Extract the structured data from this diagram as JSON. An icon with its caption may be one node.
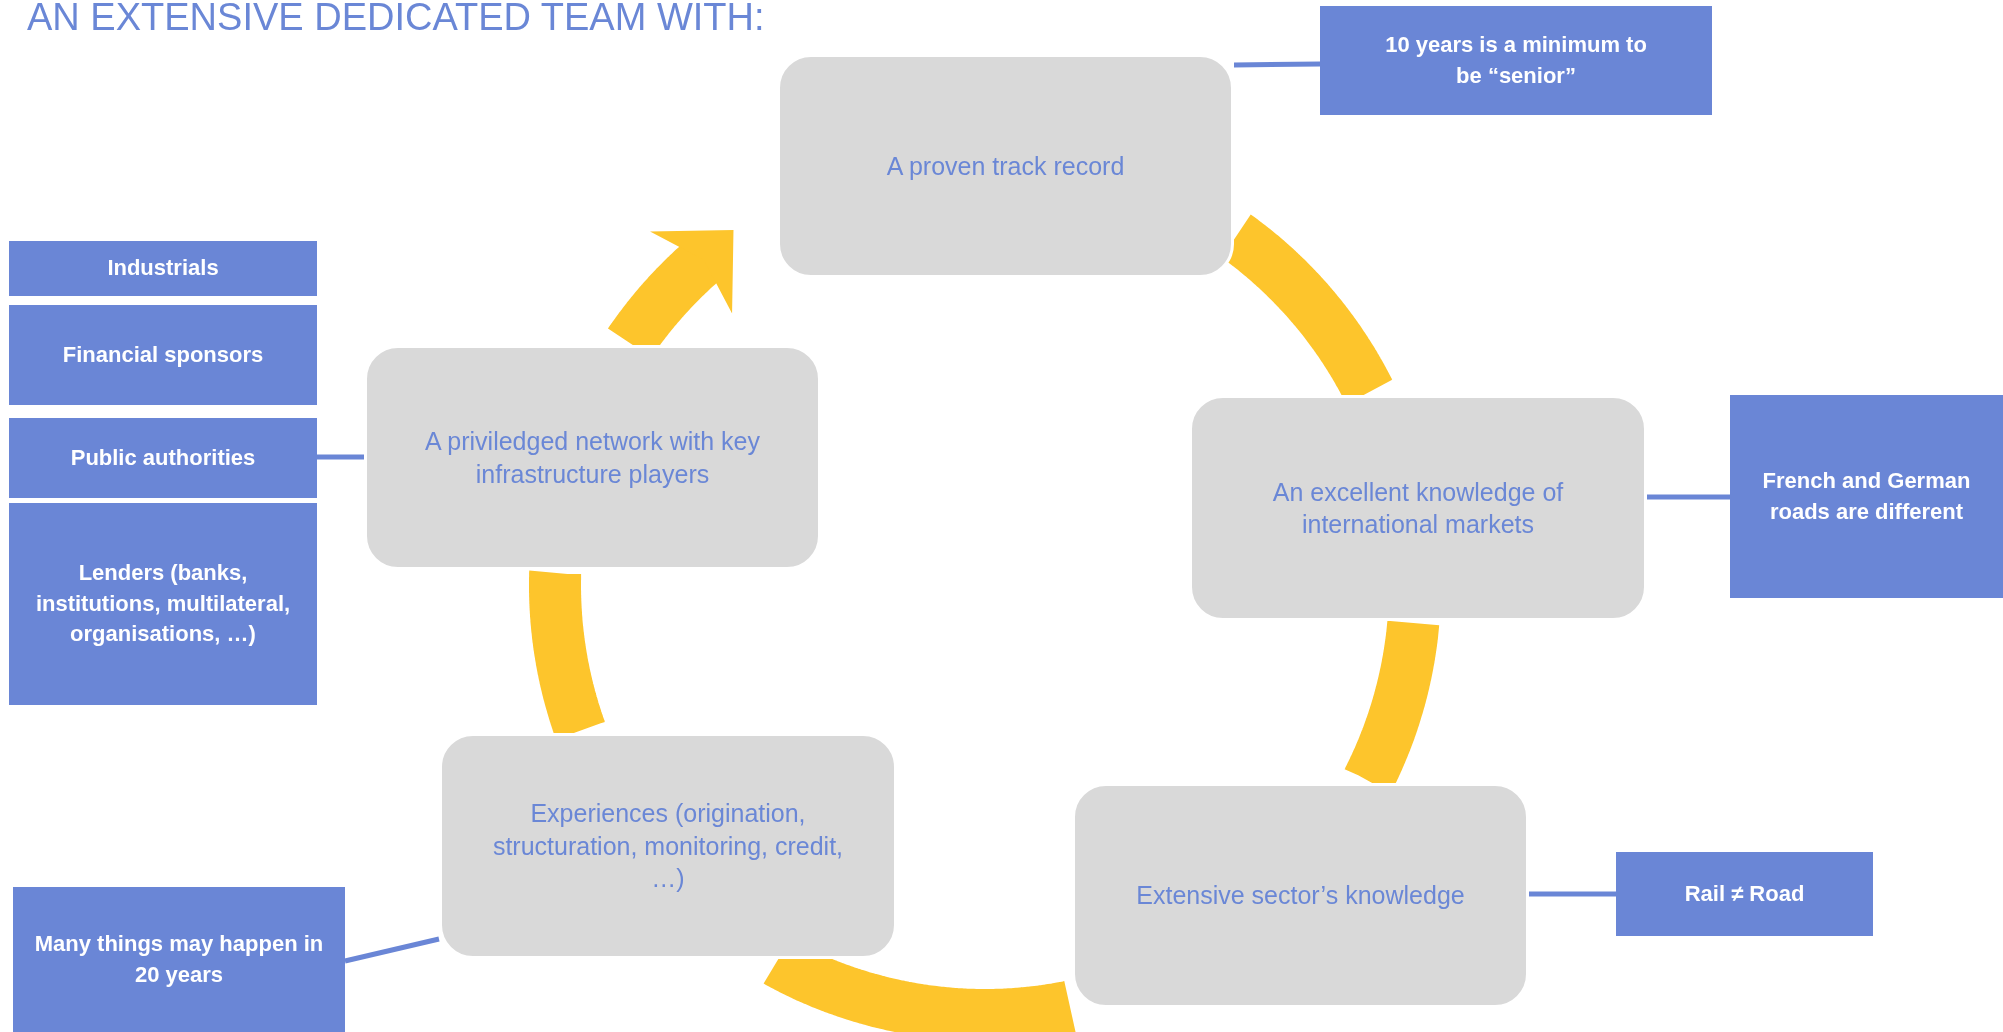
{
  "diagram": {
    "title": "AN EXTENSIVE DEDICATED TEAM WITH:",
    "nodes": [
      {
        "text": [
          "A proven track record"
        ]
      },
      {
        "text": [
          "10 years is a minimum to be  “senior”"
        ]
      },
      {
        "text": [
          "Industrials"
        ]
      },
      {
        "text": [
          "Financial sponsors"
        ]
      },
      {
        "text": [
          "Public authorities"
        ]
      },
      {
        "text": [
          "A priviledged network with key infrastructure players"
        ]
      },
      {
        "text": [
          "An excellent knowledge of international markets"
        ]
      },
      {
        "text": [
          "French and German roads are different"
        ]
      },
      {
        "text": [
          "Lenders (banks, institutions, multilateral, organisations, …)"
        ]
      },
      {
        "text": [
          "Experiences (origination, structuration, monitoring, credit, …)"
        ]
      },
      {
        "text": [
          "Extensive sector’s knowledge"
        ]
      },
      {
        "text": [
          "Rail ≠ Road"
        ]
      },
      {
        "text": [
          "Many things may happen in 20 years"
        ]
      }
    ],
    "edges": [
      {
        "from": 0,
        "to": 6,
        "arrow": "none",
        "style": "thick"
      },
      {
        "from": 6,
        "to": 10,
        "arrow": "none",
        "style": "thick"
      },
      {
        "from": 10,
        "to": 9,
        "arrow": "none",
        "style": "thick"
      },
      {
        "from": 9,
        "to": 5,
        "arrow": "none",
        "style": "thick"
      },
      {
        "from": 5,
        "to": 0,
        "arrow": "to",
        "style": "thick"
      },
      {
        "from": 1,
        "to": 0,
        "arrow": "none",
        "color": "#6a86d6"
      },
      {
        "from": 7,
        "to": 6,
        "arrow": "none",
        "color": "#6a86d6"
      },
      {
        "from": 11,
        "to": 10,
        "arrow": "none",
        "color": "#6a86d6"
      },
      {
        "from": 12,
        "to": 9,
        "arrow": "none",
        "color": "#6a86d6"
      },
      {
        "from": 4,
        "to": 5,
        "arrow": "none",
        "color": "#6a86d6"
      }
    ]
  }
}
